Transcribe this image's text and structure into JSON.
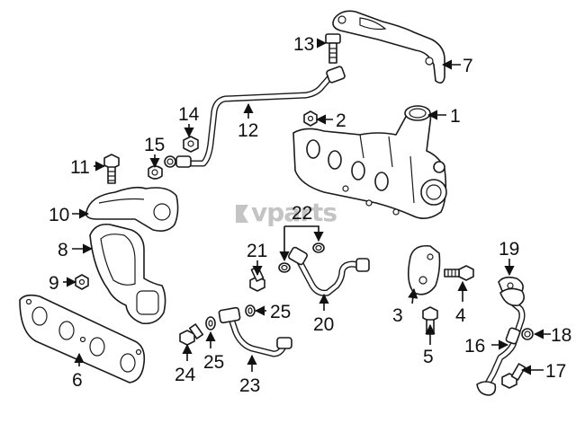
{
  "diagram": {
    "watermark": "vparts",
    "callouts": {
      "c1": "1",
      "c2": "2",
      "c3": "3",
      "c4": "4",
      "c5": "5",
      "c6": "6",
      "c7": "7",
      "c8": "8",
      "c9": "9",
      "c10": "10",
      "c11": "11",
      "c12": "12",
      "c13": "13",
      "c14": "14",
      "c15": "15",
      "c16": "16",
      "c17": "17",
      "c18": "18",
      "c19": "19",
      "c20": "20",
      "c21": "21",
      "c22": "22",
      "c23": "23",
      "c24": "24",
      "c25a": "25",
      "c25b": "25"
    }
  }
}
